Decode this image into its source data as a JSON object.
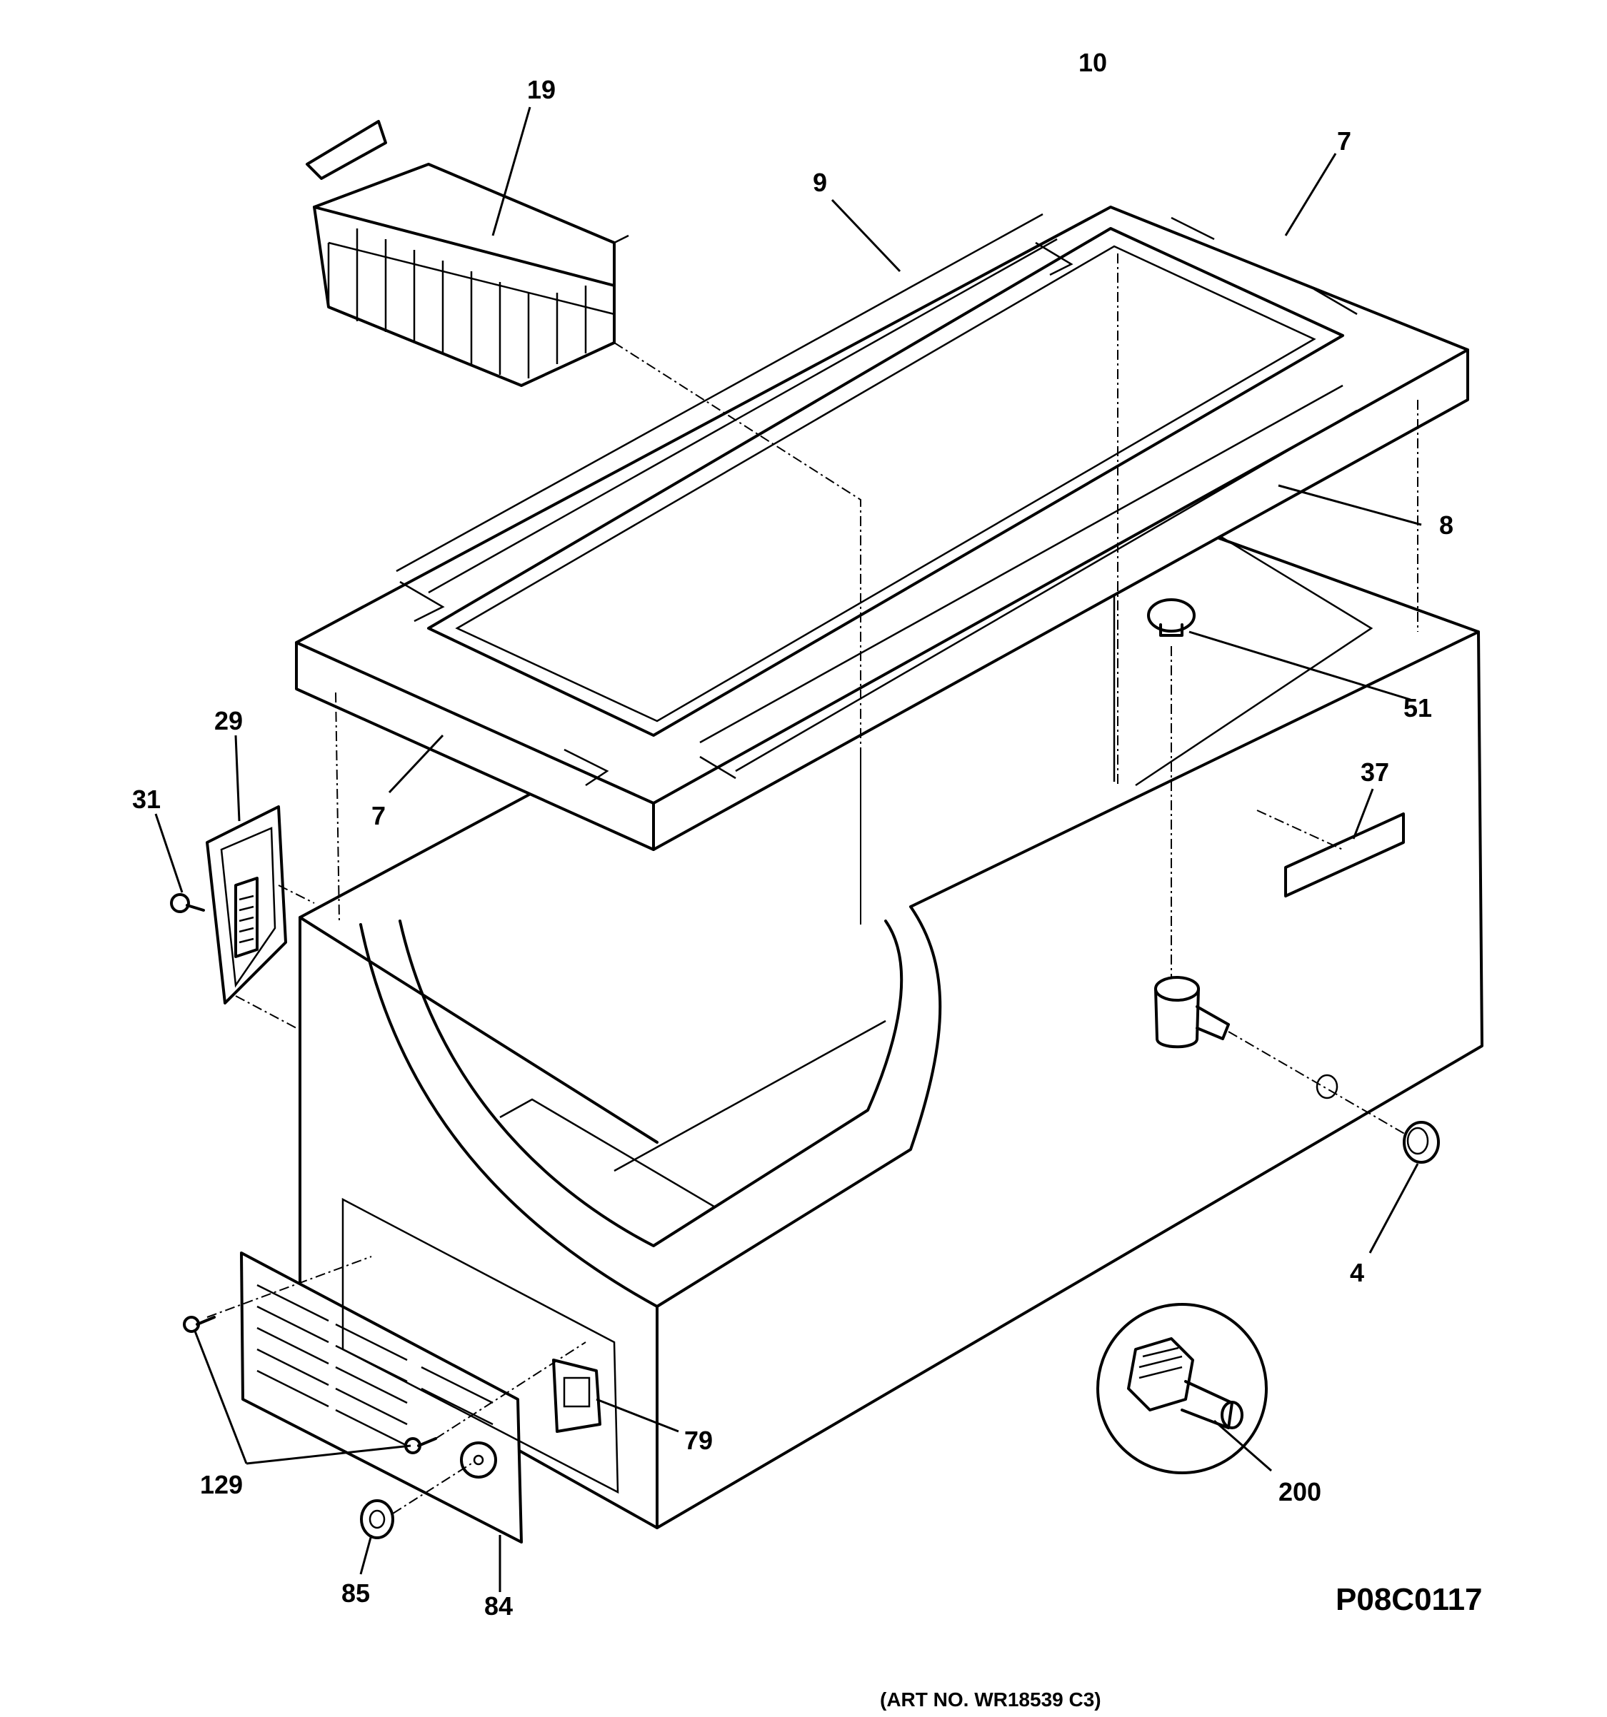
{
  "callouts": {
    "c19": "19",
    "c10": "10",
    "c7_top": "7",
    "c9": "9",
    "c8": "8",
    "c51": "51",
    "c37": "37",
    "c29": "29",
    "c31": "31",
    "c7_bottom": "7",
    "c4": "4",
    "c79": "79",
    "c129": "129",
    "c85": "85",
    "c84": "84",
    "c200": "200"
  },
  "drawing_code": "P08C0117",
  "art_number": "(ART NO. WR18539 C3)"
}
